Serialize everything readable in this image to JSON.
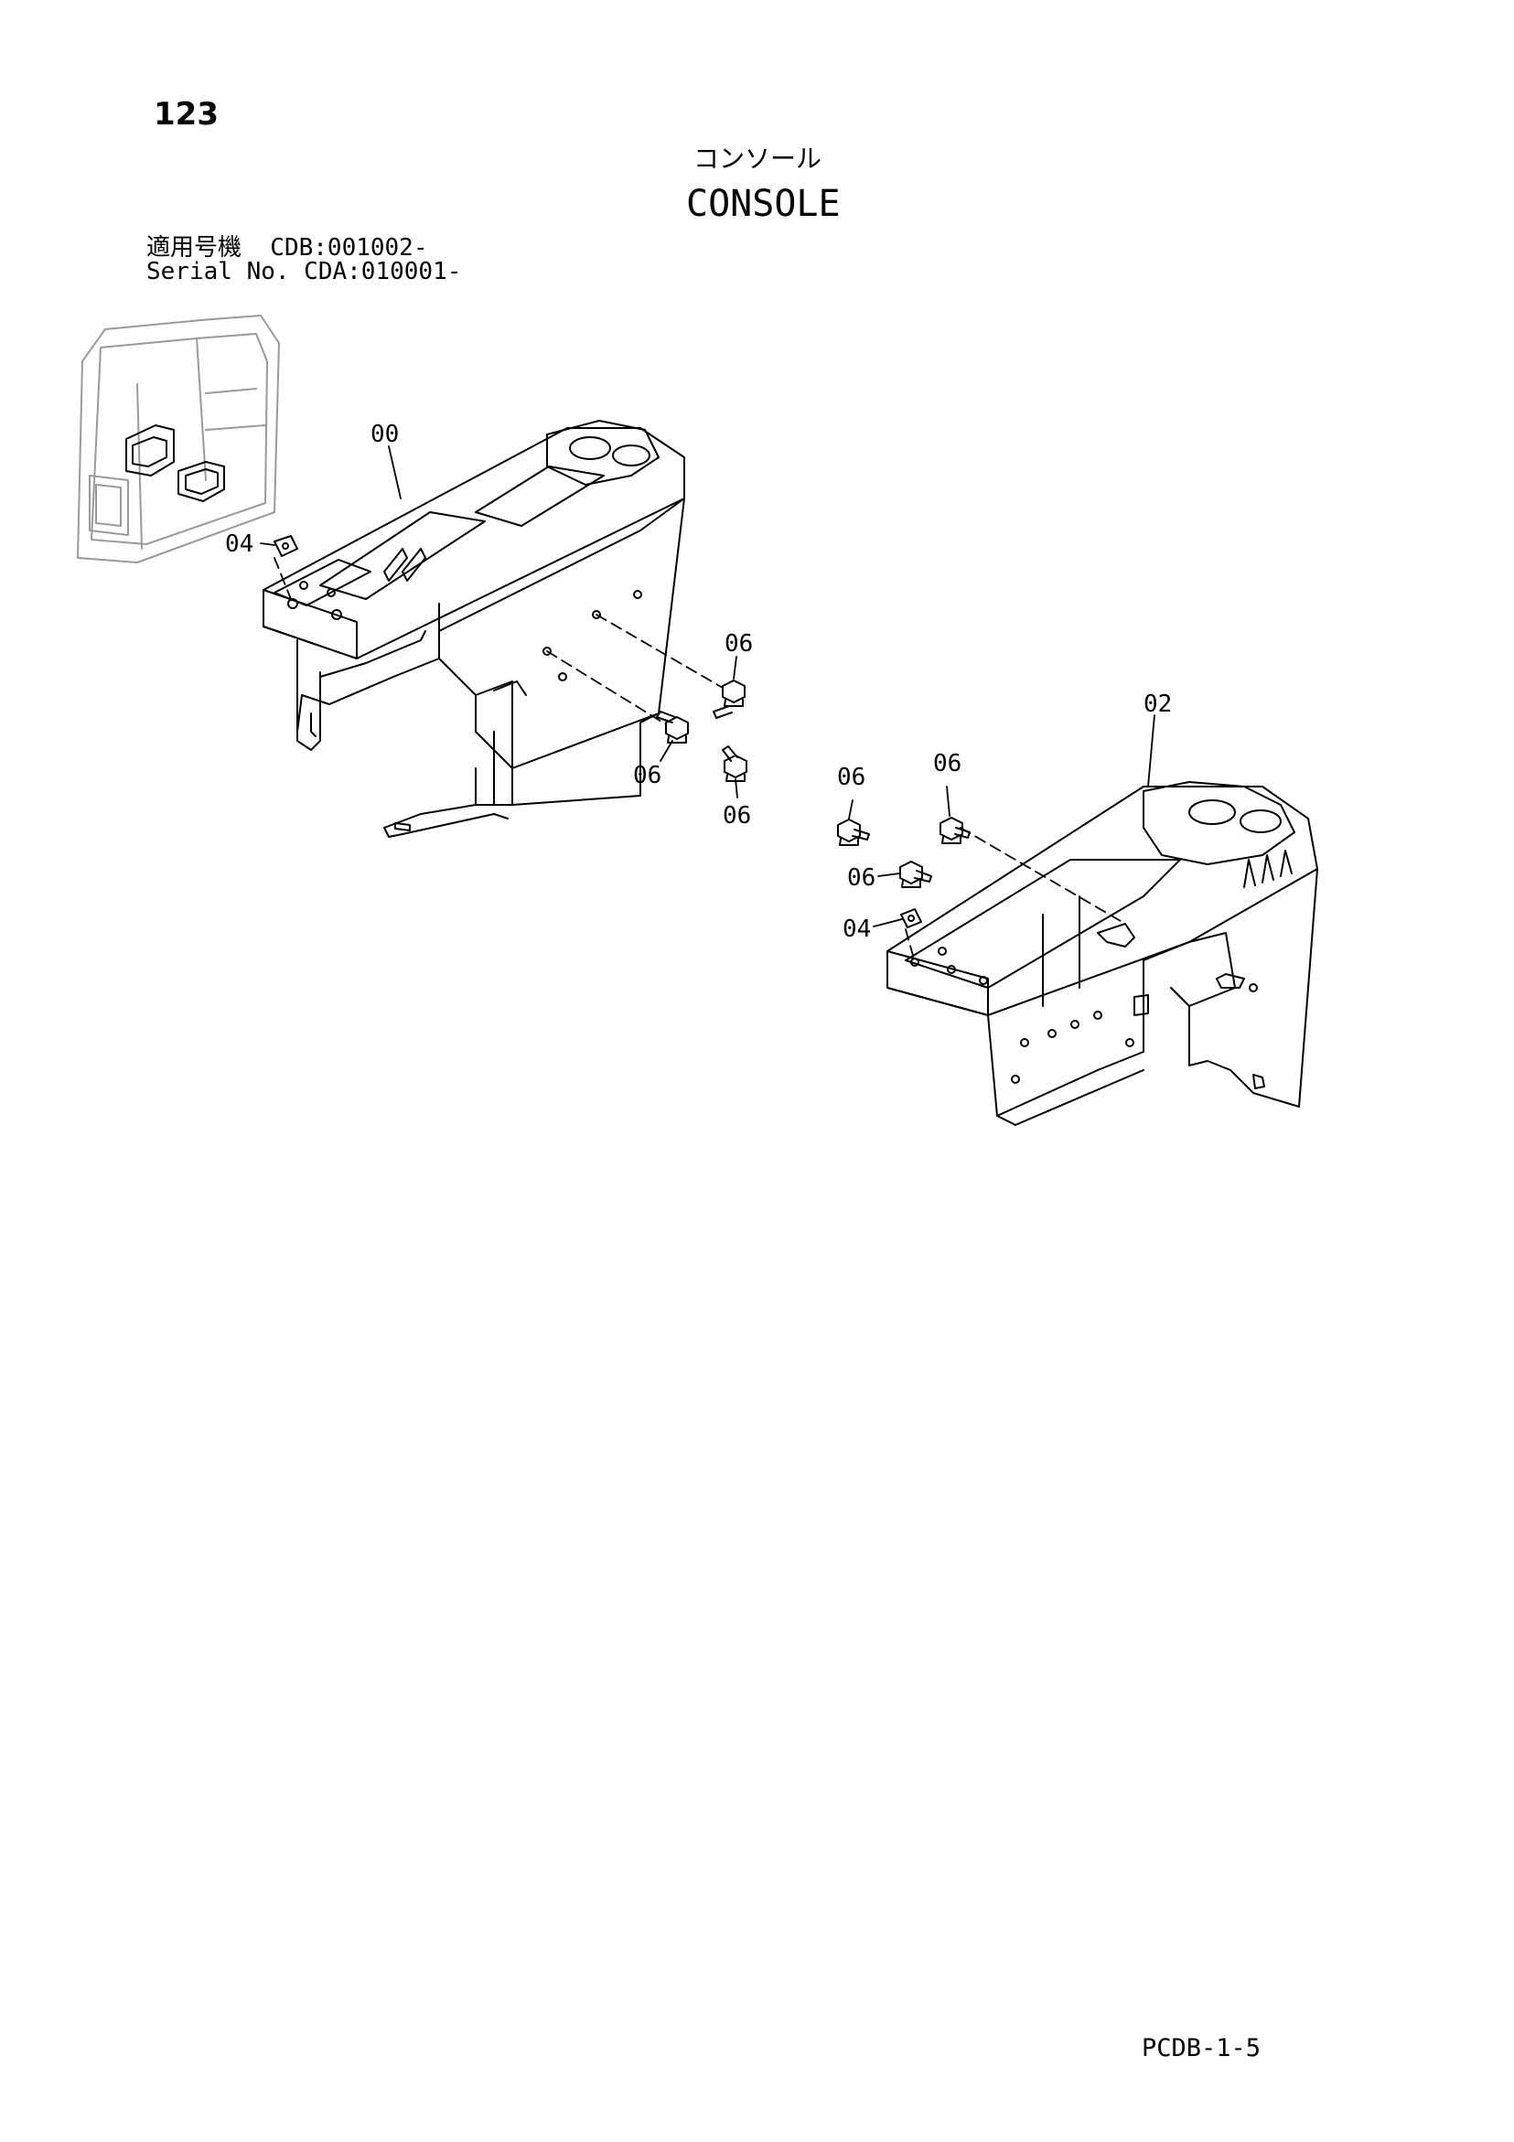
{
  "header": {
    "page_number": "123",
    "title_ja": "コンソール",
    "title_en": "CONSOLE",
    "serial_line_1": "適用号機  CDB:001002-",
    "serial_line_2": "Serial No. CDA:010001-"
  },
  "diagram": {
    "callouts": [
      "00",
      "04",
      "06",
      "06",
      "06",
      "02",
      "06",
      "06",
      "06",
      "04"
    ]
  },
  "footer": {
    "code": "PCDB-1-5"
  }
}
